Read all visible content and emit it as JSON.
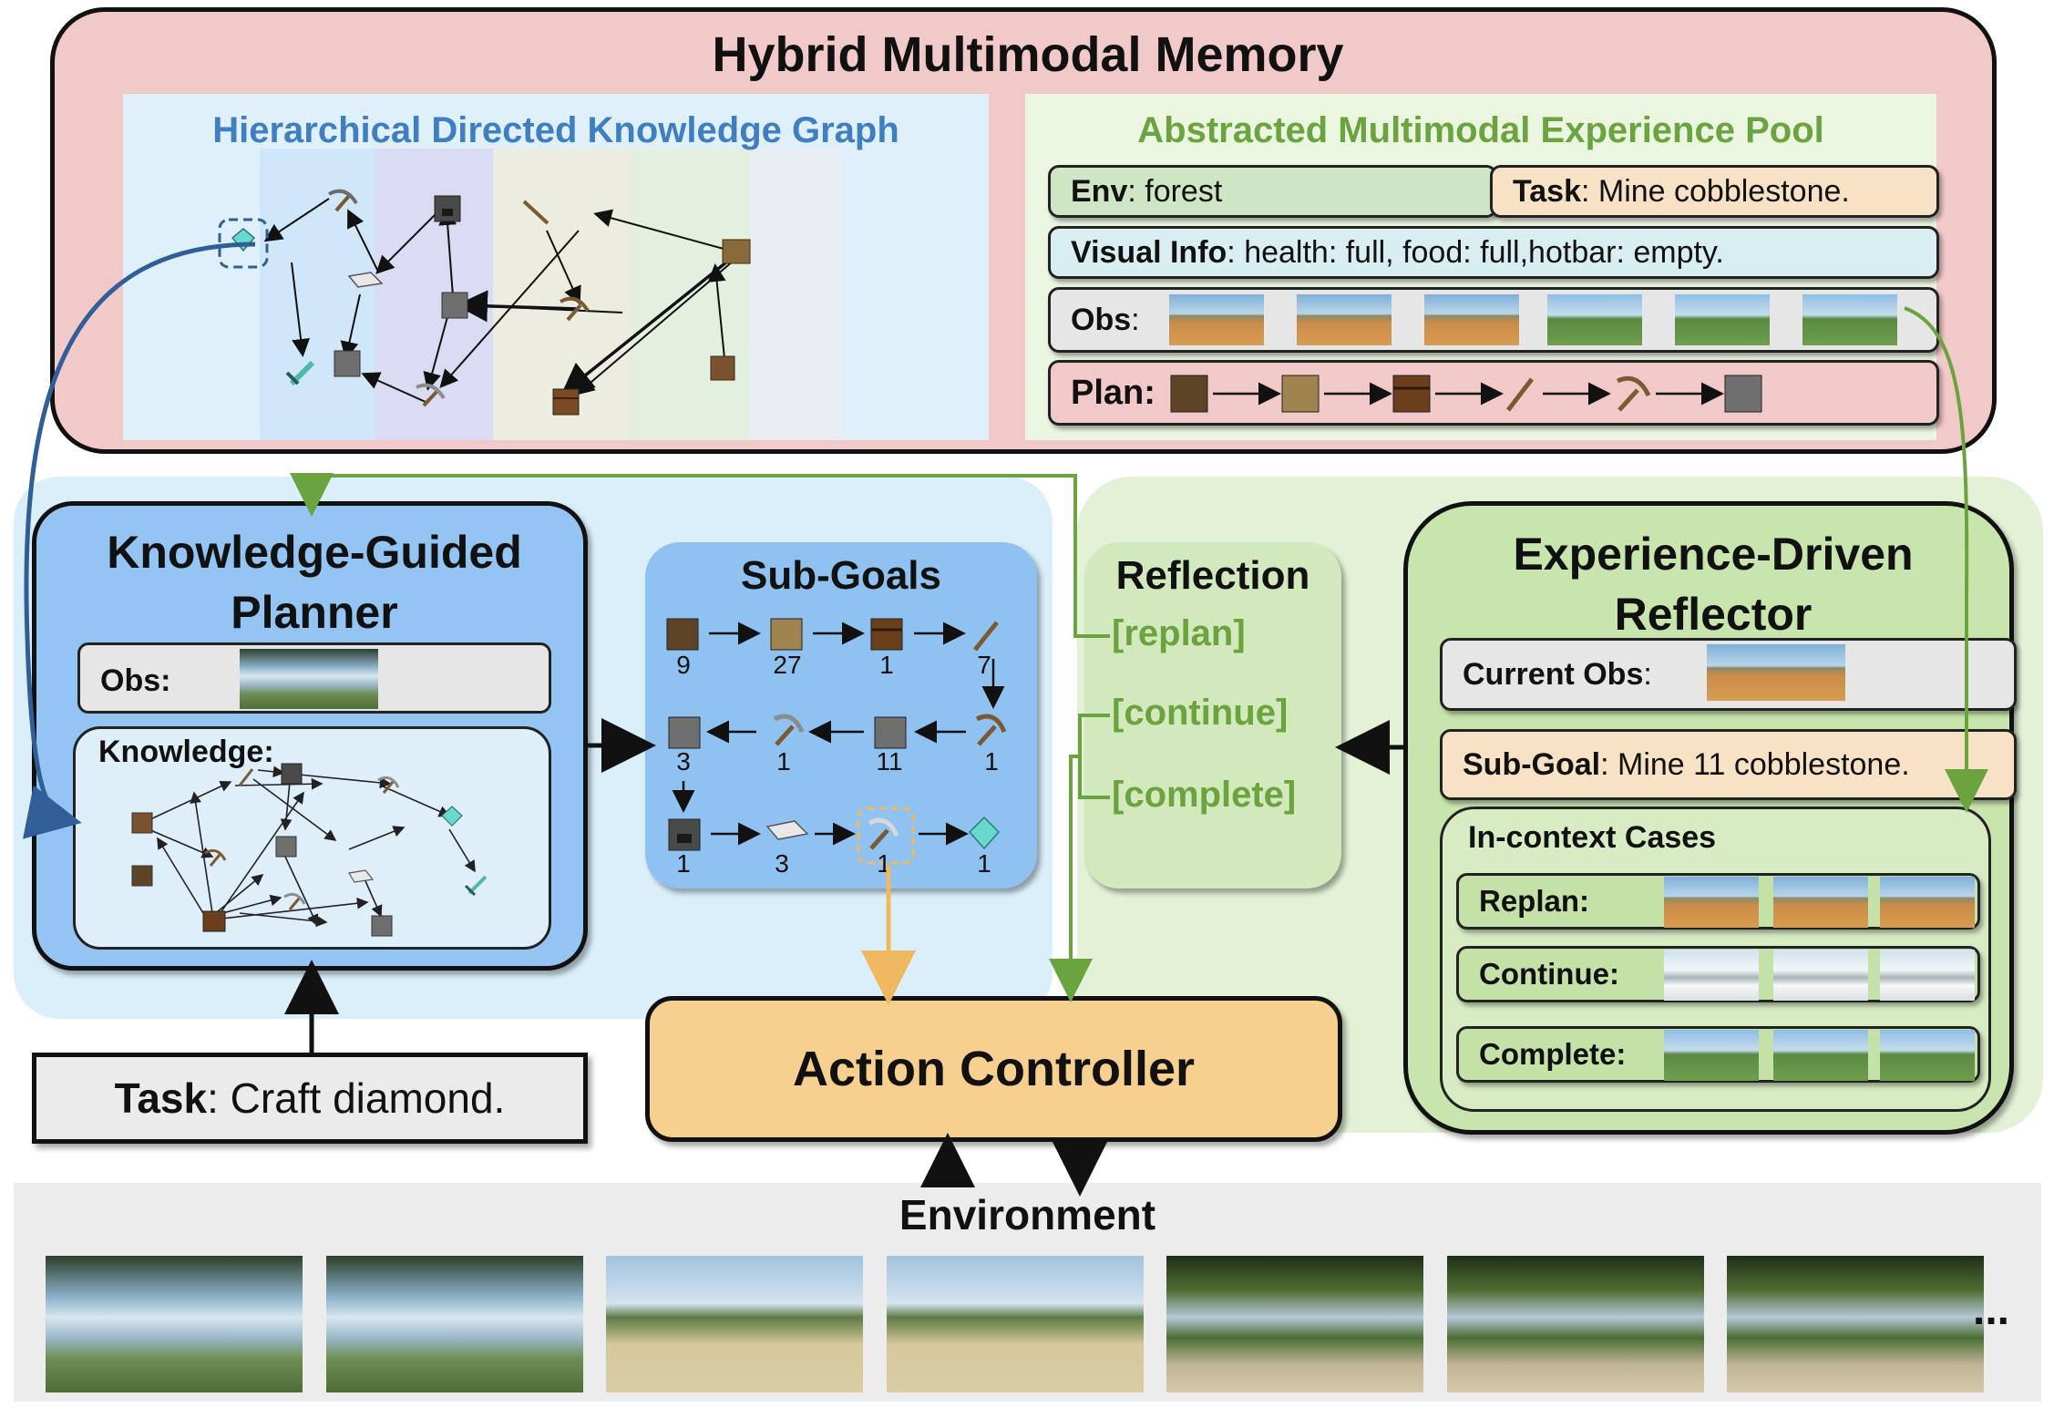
{
  "memory": {
    "title": "Hybrid Multimodal Memory",
    "graph_title": "Hierarchical Directed Knowledge Graph",
    "pool": {
      "title": "Abstracted Multimodal Experience Pool",
      "env_label": "Env",
      "env_value": ": forest",
      "task_label": "Task",
      "task_value": ": Mine cobblestone.",
      "visual_label": "Visual Info",
      "visual_value": ": health: full, food: full,hotbar: empty.",
      "obs_label": "Obs",
      "plan_label": "Plan",
      "colon": ":"
    }
  },
  "planner": {
    "title_line1": "Knowledge-Guided",
    "title_line2": "Planner",
    "obs_label": "Obs",
    "knowledge_label": "Knowledge",
    "colon": ":"
  },
  "subgoals": {
    "title": "Sub-Goals",
    "counts": [
      "9",
      "27",
      "1",
      "7",
      "1",
      "11",
      "1",
      "3",
      "1",
      "3",
      "1",
      "1"
    ]
  },
  "reflection": {
    "title": "Reflection",
    "replan": "[replan]",
    "continue": "[continue]",
    "complete": "[complete]"
  },
  "reflector": {
    "title_line1": "Experience-Driven",
    "title_line2": "Reflector",
    "current_obs_label": "Current Obs",
    "subgoal_label": "Sub-Goal",
    "subgoal_value": ": Mine 11 cobblestone.",
    "cases_title": "In-context Cases",
    "replan_label": "Replan:",
    "continue_label": "Continue:",
    "complete_label": "Complete:",
    "colon": ":"
  },
  "task": {
    "label": "Task",
    "value": ": Craft diamond."
  },
  "action_controller": "Action Controller",
  "environment": {
    "title": "Environment",
    "more": "..."
  },
  "colors": {
    "memory_bg": "#f2c9c9",
    "graph_title": "#3f7fc1",
    "pool_title": "#6ba33e",
    "planner_bg": "#93c4f2",
    "reflector_bg": "#c9e5ae",
    "action_bg": "#f7cf8f",
    "arrow_blue": "#2f5f96",
    "arrow_green": "#6ba33e",
    "arrow_orange": "#f0b860"
  },
  "icons": [
    "diamond-icon",
    "diamond-sword-icon",
    "wooden-pickaxe-icon",
    "stone-pickaxe-icon",
    "iron-pickaxe-icon",
    "iron-ingot-icon",
    "cobblestone-icon",
    "furnace-icon",
    "crafting-table-icon",
    "log-icon",
    "planks-icon",
    "stick-icon"
  ]
}
